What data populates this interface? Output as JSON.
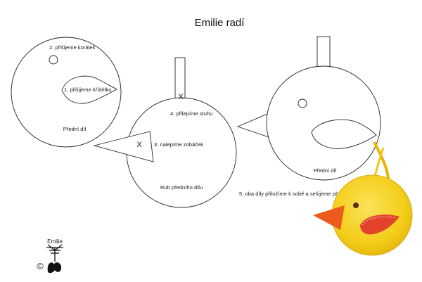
{
  "title": "Emilie radí",
  "steps": {
    "step1": "1. přišijeme křídélko",
    "step2": "2. přišijeme korálek",
    "step3": "3. nalepíme zobáček",
    "step4": "4. přilepíme stuhu",
    "step5": "5. oba díly přiložíme k sobě a sešijeme předním stehem."
  },
  "parts": {
    "front_left": "Přední díl",
    "back_middle": "Rub předního dílu",
    "front_right": "Přední díl"
  },
  "mark": "X",
  "logo": {
    "name": "Emilie",
    "copyright": "©"
  },
  "colors": {
    "felt_yellow": "#f6d21f",
    "beak_orange": "#ec5a1c",
    "wing_red": "#e2432a",
    "ribbon_gold": "#e8b40c",
    "line": "#222222"
  }
}
